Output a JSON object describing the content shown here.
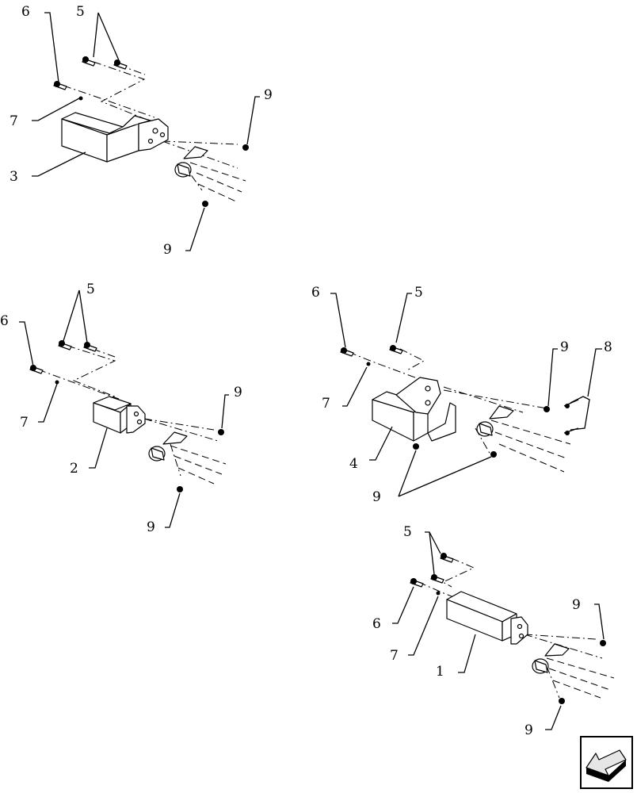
{
  "diagram": {
    "callouts": [
      {
        "id": "c-6a",
        "text": "6"
      },
      {
        "id": "c-5a",
        "text": "5"
      },
      {
        "id": "c-7a",
        "text": "7"
      },
      {
        "id": "c-9a",
        "text": "9"
      },
      {
        "id": "c-3",
        "text": "3"
      },
      {
        "id": "c-9b",
        "text": "9"
      },
      {
        "id": "c-5b",
        "text": "5"
      },
      {
        "id": "c-6b",
        "text": "6"
      },
      {
        "id": "c-7b",
        "text": "7"
      },
      {
        "id": "c-9c",
        "text": "9"
      },
      {
        "id": "c-2",
        "text": "2"
      },
      {
        "id": "c-9d",
        "text": "9"
      },
      {
        "id": "c-6c",
        "text": "6"
      },
      {
        "id": "c-5c",
        "text": "5"
      },
      {
        "id": "c-9e",
        "text": "9"
      },
      {
        "id": "c-8",
        "text": "8"
      },
      {
        "id": "c-7c",
        "text": "7"
      },
      {
        "id": "c-4",
        "text": "4"
      },
      {
        "id": "c-9f",
        "text": "9"
      },
      {
        "id": "c-5d",
        "text": "5"
      },
      {
        "id": "c-6d",
        "text": "6"
      },
      {
        "id": "c-7d",
        "text": "7"
      },
      {
        "id": "c-1",
        "text": "1"
      },
      {
        "id": "c-9g",
        "text": "9"
      },
      {
        "id": "c-9h",
        "text": "9"
      }
    ]
  },
  "nav": {
    "icon": "arrow-left-icon"
  }
}
